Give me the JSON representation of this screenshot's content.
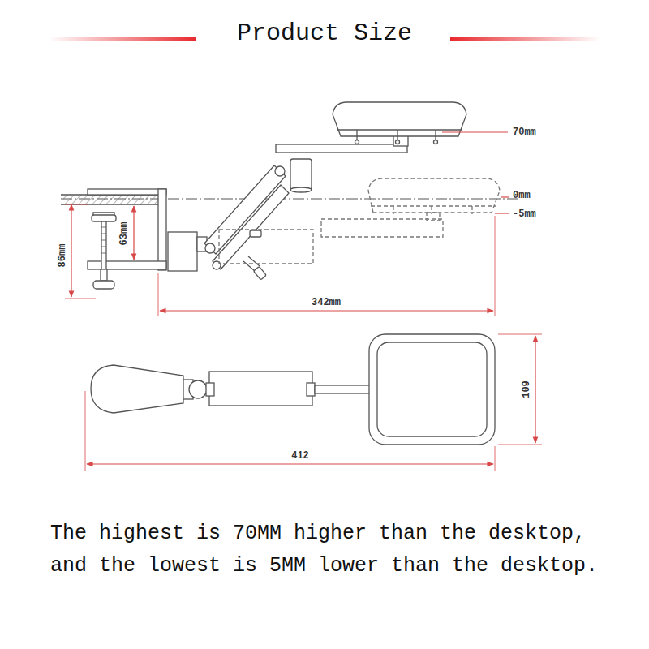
{
  "diagram": {
    "title": "Product Size",
    "caption": "The highest is 70MM higher than the desktop, and the lowest is 5MM lower than the desktop.",
    "labels": [
      "70mm",
      "0mm",
      "-5mm",
      "63mm",
      "86mm",
      "342mm",
      "109",
      "412"
    ]
  }
}
